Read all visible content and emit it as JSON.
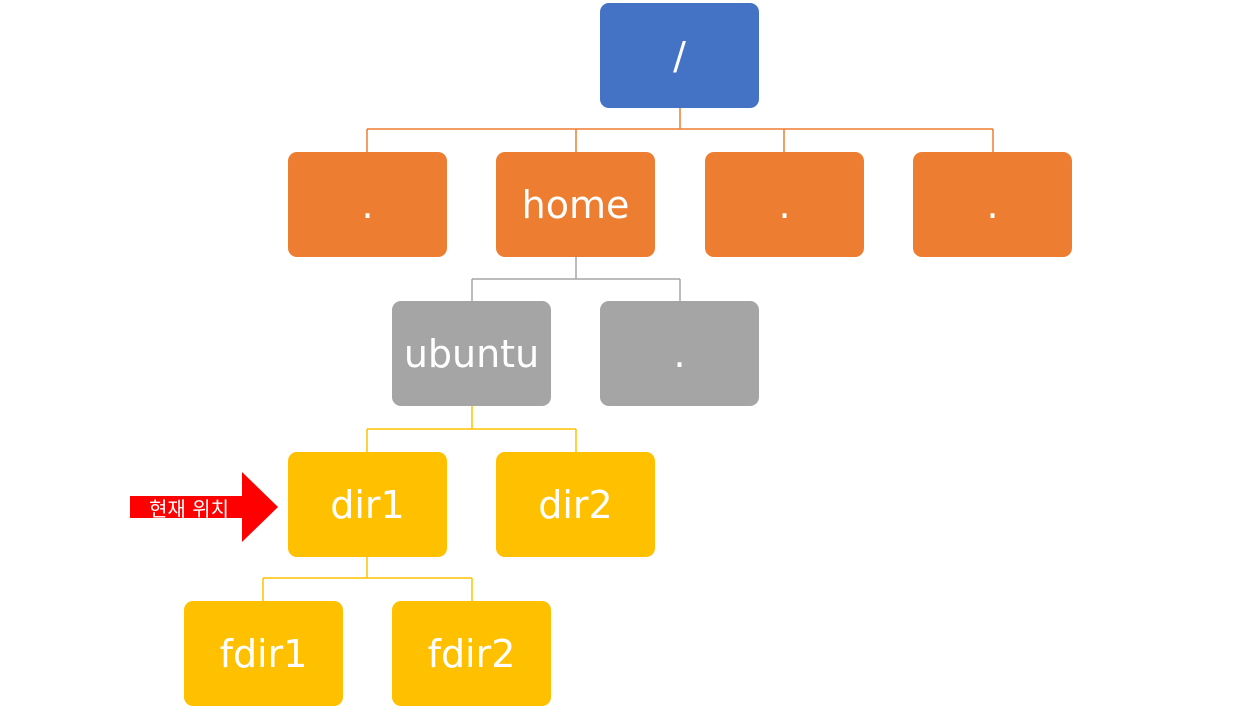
{
  "colors": {
    "root": "#4472c4",
    "level1": "#ed7d31",
    "level2": "#a5a5a5",
    "level3": "#ffc000",
    "marker": "#ff0000"
  },
  "nodes": {
    "root": {
      "label": "/"
    },
    "dot1": {
      "label": "."
    },
    "home": {
      "label": "home"
    },
    "dot2": {
      "label": "."
    },
    "dot3": {
      "label": "."
    },
    "ubuntu": {
      "label": "ubuntu"
    },
    "dot4": {
      "label": "."
    },
    "dir1": {
      "label": "dir1"
    },
    "dir2": {
      "label": "dir2"
    },
    "fdir1": {
      "label": "fdir1"
    },
    "fdir2": {
      "label": "fdir2"
    }
  },
  "marker": {
    "label": "현재 위치"
  }
}
